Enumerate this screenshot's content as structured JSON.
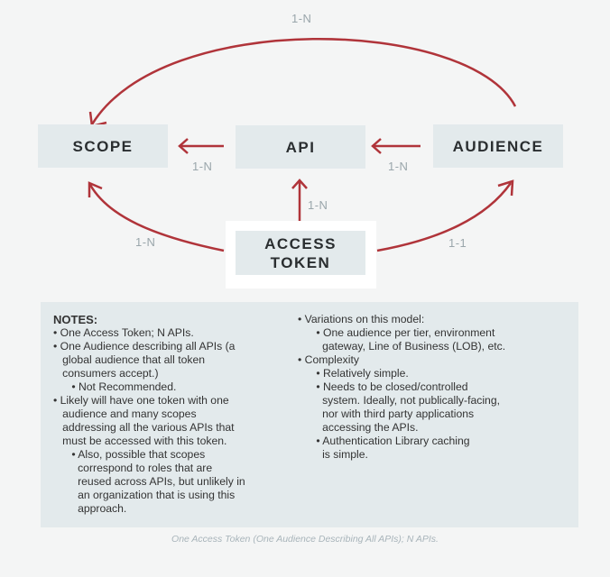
{
  "nodes": {
    "scope": "SCOPE",
    "api": "API",
    "audience": "AUDIENCE",
    "access_token_line1": "ACCESS",
    "access_token_line2": "TOKEN"
  },
  "relations": {
    "audience_to_scope": "1-N",
    "api_to_scope": "1-N",
    "audience_to_api": "1-N",
    "token_to_api": "1-N",
    "token_to_scope": "1-N",
    "token_to_audience": "1-1"
  },
  "colors": {
    "arrow": "#b0343a",
    "box": "#e3eaec"
  },
  "notes": {
    "heading": "NOTES:",
    "left": [
      "• One Access Token; N APIs.",
      "• One Audience describing all APIs (a",
      "   global audience that all token",
      "   consumers accept.)",
      "      • Not Recommended.",
      "• Likely will have one token with one",
      "   audience and many scopes",
      "   addressing all the various APIs that",
      "   must be accessed with this token.",
      "      • Also, possible that scopes",
      "        correspond to roles that are",
      "        reused across APIs, but unlikely in",
      "        an organization that is using this",
      "        approach."
    ],
    "right": [
      "• Variations on this model:",
      "      • One audience per tier, environment",
      "        gateway, Line of Business (LOB), etc.",
      "• Complexity",
      "      • Relatively simple.",
      "      • Needs to be closed/controlled",
      "        system. Ideally, not publically-facing,",
      "        nor with third party applications",
      "        accessing the APIs.",
      "      • Authentication Library caching",
      "        is simple."
    ]
  },
  "caption": "One Access Token (One Audience Describing All APIs); N APIs."
}
